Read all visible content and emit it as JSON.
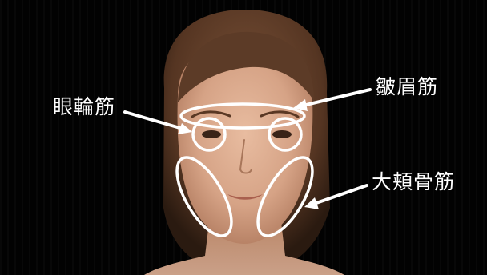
{
  "labels": {
    "orbicularis_oculi": "眼輪筋",
    "corrugator": "皺眉筋",
    "zygomaticus_major": "大頬骨筋"
  },
  "colors": {
    "background": "#020202",
    "annotation": "#ffffff",
    "skin": "#d9a789",
    "hair": "#5a3a26"
  },
  "icons": {
    "arrow": "arrow-icon"
  }
}
